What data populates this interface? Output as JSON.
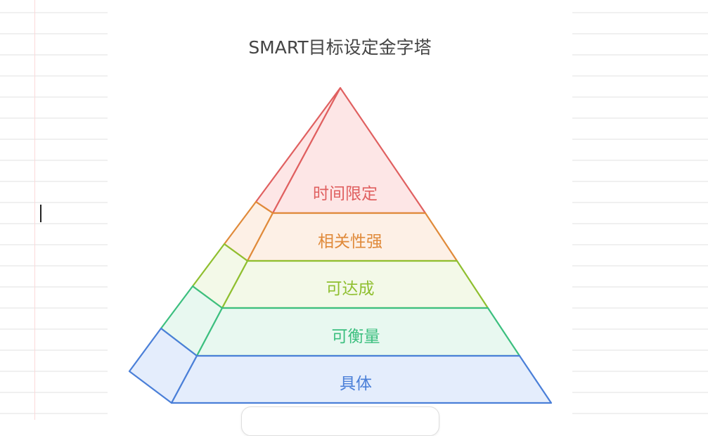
{
  "diagram": {
    "title": "SMART目标设定金字塔",
    "type": "3d-pyramid",
    "layers": [
      {
        "label": "时间限定",
        "stroke": "#e06060",
        "fill": "#fde6e6",
        "text_color": "#e06060"
      },
      {
        "label": "相关性强",
        "stroke": "#e08a3a",
        "fill": "#fdf0e6",
        "text_color": "#e08a3a"
      },
      {
        "label": "可达成",
        "stroke": "#8fbf2f",
        "fill": "#f3f9e8",
        "text_color": "#8fbf2f"
      },
      {
        "label": "可衡量",
        "stroke": "#3cbf7f",
        "fill": "#e8f8f0",
        "text_color": "#3cbf7f"
      },
      {
        "label": "具体",
        "stroke": "#4a7fd8",
        "fill": "#e4edfc",
        "text_color": "#4a7fd8"
      }
    ]
  },
  "editor": {
    "margin_color": "#fbdada",
    "line_color": "#f0f0f0"
  }
}
